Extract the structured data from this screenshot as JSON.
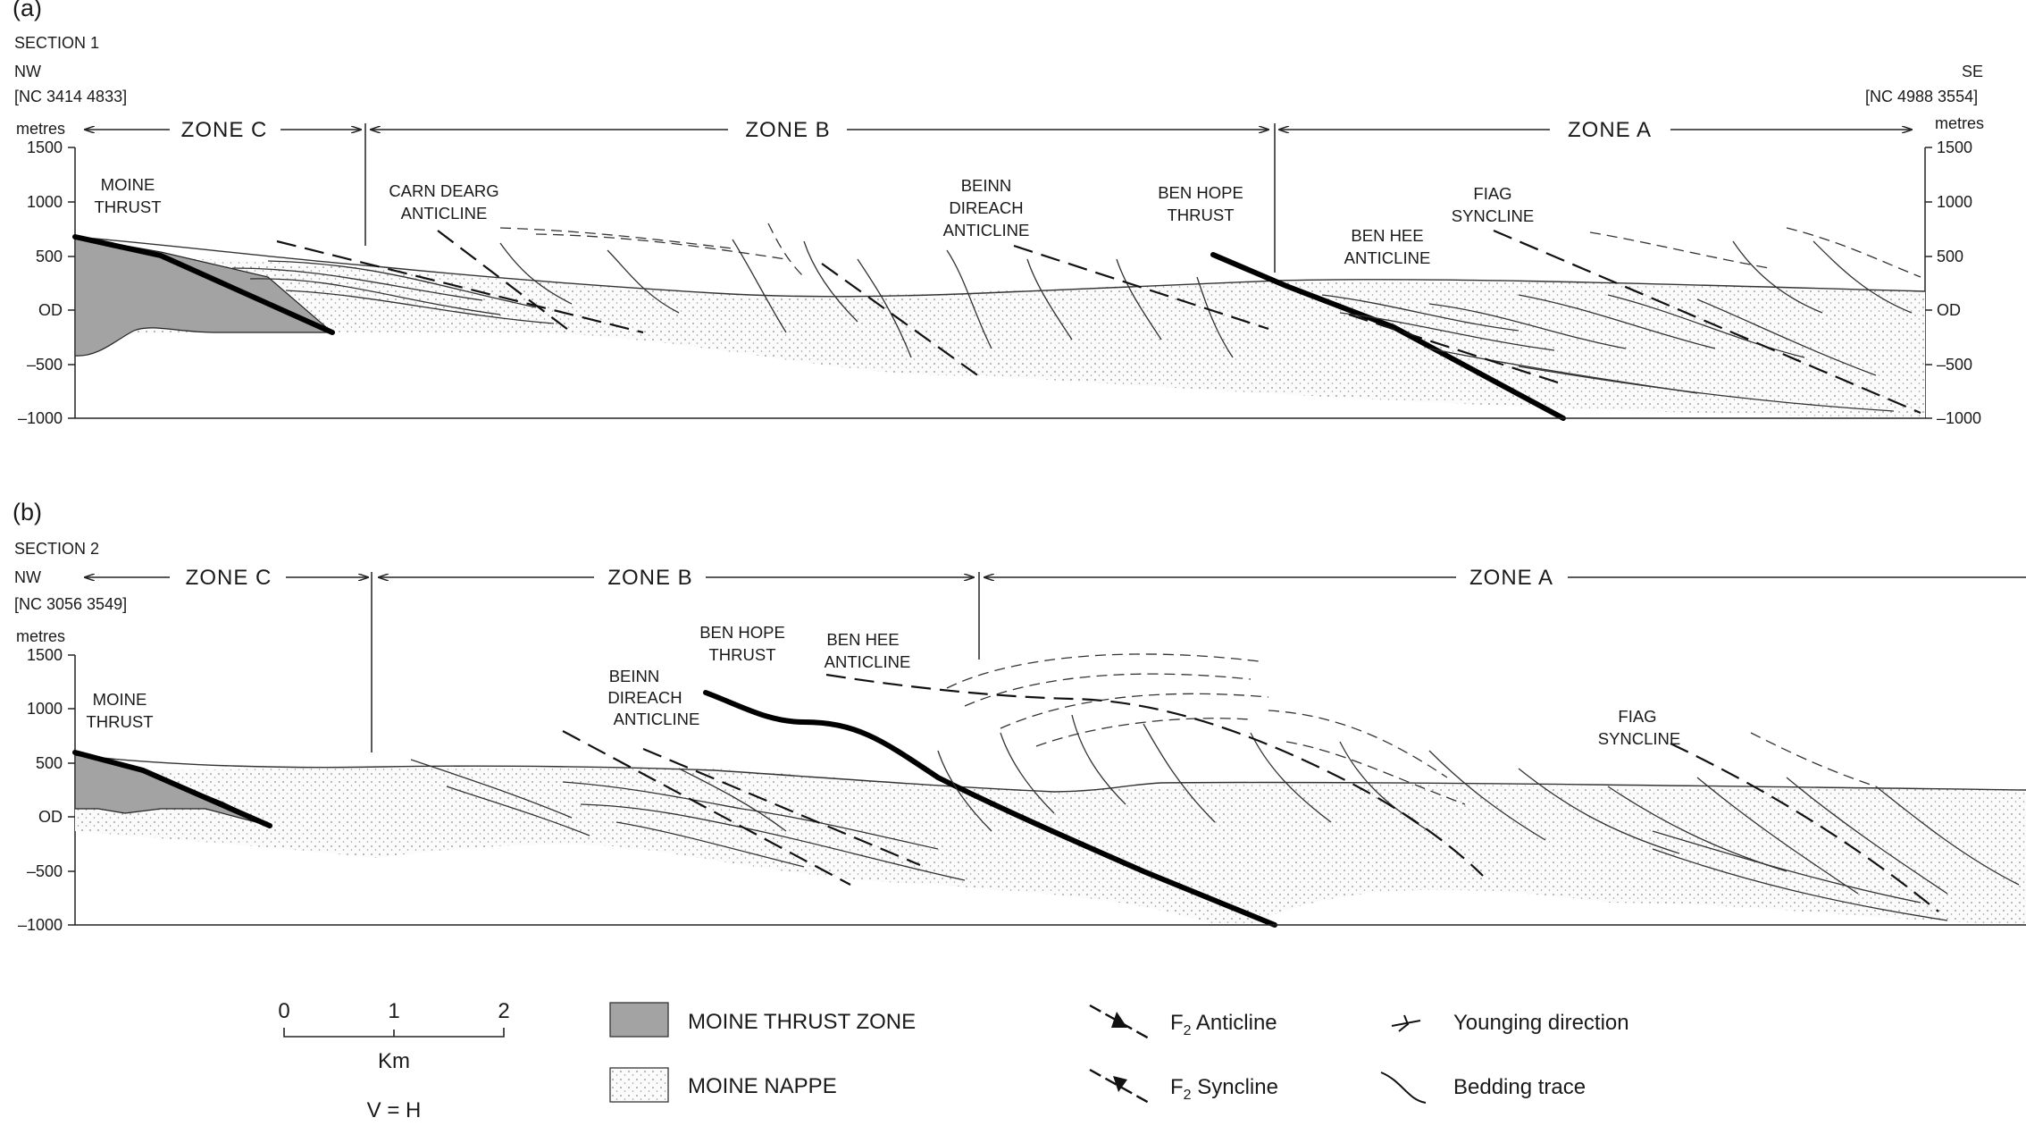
{
  "panels": [
    {
      "letter": "(a)",
      "section": "SECTION 1",
      "left_dir": "NW",
      "left_grid": "[NC 3414 4833]",
      "right_dir": "SE",
      "right_grid": "[NC 4988 3554]",
      "units": "metres",
      "zones": [
        "ZONE C",
        "ZONE B",
        "ZONE A"
      ],
      "ticks": [
        "1500",
        "1000",
        "500",
        "OD",
        "–500",
        "–1000"
      ],
      "structures": [
        [
          "MOINE",
          "THRUST"
        ],
        [
          "CARN DEARG",
          "ANTICLINE"
        ],
        [
          "BEINN",
          "DIREACH",
          "ANTICLINE"
        ],
        [
          "BEN HOPE",
          "THRUST"
        ],
        [
          "BEN HEE",
          "ANTICLINE"
        ],
        [
          "FIAG",
          "SYNCLINE"
        ]
      ]
    },
    {
      "letter": "(b)",
      "section": "SECTION 2",
      "left_dir": "NW",
      "left_grid": "[NC 3056 3549]",
      "units": "metres",
      "zones": [
        "ZONE C",
        "ZONE B",
        "ZONE A"
      ],
      "ticks": [
        "1500",
        "1000",
        "500",
        "OD",
        "–500",
        "–1000"
      ],
      "structures": [
        [
          "MOINE",
          "THRUST"
        ],
        [
          "BEINN",
          "DIREACH",
          "ANTICLINE"
        ],
        [
          "BEN HOPE",
          "THRUST"
        ],
        [
          "BEN HEE",
          "ANTICLINE"
        ],
        [
          "FIAG",
          "SYNCLINE"
        ]
      ]
    }
  ],
  "legend": {
    "scale": {
      "ticks": [
        "0",
        "1",
        "2"
      ],
      "unit": "Km",
      "note": "V = H"
    },
    "units": [
      {
        "label": "MOINE THRUST ZONE",
        "fill": "#a3a3a3"
      },
      {
        "label": "MOINE NAPPE",
        "fill": "stipple"
      }
    ],
    "symbols": [
      {
        "icon": "f2-anticline-icon",
        "prefix": "F",
        "sub": "2",
        "label": " Anticline"
      },
      {
        "icon": "f2-syncline-icon",
        "prefix": "F",
        "sub": "2",
        "label": " Syncline"
      },
      {
        "icon": "younging-direction-icon",
        "label": "Younging direction"
      },
      {
        "icon": "bedding-trace-icon",
        "label": "Bedding trace"
      }
    ]
  }
}
